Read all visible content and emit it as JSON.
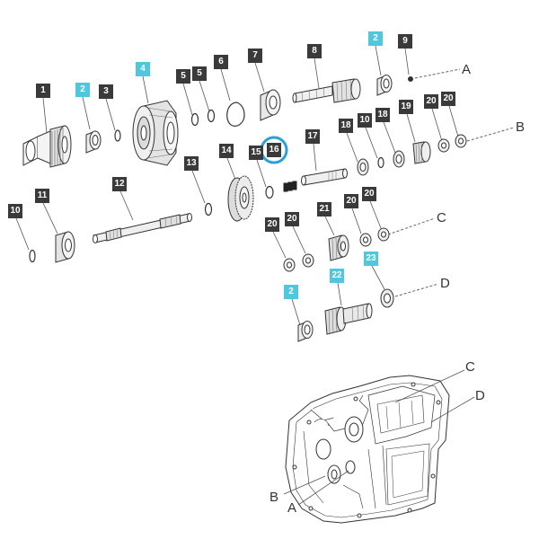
{
  "colors": {
    "tag_dark": "#3a3a3a",
    "tag_cyan": "#4fc8dd",
    "highlight_ring": "#2aa0d8",
    "line": "#444444"
  },
  "tags": [
    {
      "id": "t1",
      "label": "1",
      "style": "dark"
    },
    {
      "id": "t2a",
      "label": "2",
      "style": "cyan"
    },
    {
      "id": "t3",
      "label": "3",
      "style": "dark"
    },
    {
      "id": "t4",
      "label": "4",
      "style": "cyan"
    },
    {
      "id": "t5a",
      "label": "5",
      "style": "dark"
    },
    {
      "id": "t5b",
      "label": "5",
      "style": "dark"
    },
    {
      "id": "t6",
      "label": "6",
      "style": "dark"
    },
    {
      "id": "t7",
      "label": "7",
      "style": "dark"
    },
    {
      "id": "t8",
      "label": "8",
      "style": "dark"
    },
    {
      "id": "t2b",
      "label": "2",
      "style": "cyan"
    },
    {
      "id": "t9",
      "label": "9",
      "style": "dark"
    },
    {
      "id": "t18a",
      "label": "18",
      "style": "dark"
    },
    {
      "id": "t10a",
      "label": "10",
      "style": "dark"
    },
    {
      "id": "t18b",
      "label": "18",
      "style": "dark"
    },
    {
      "id": "t19",
      "label": "19",
      "style": "dark"
    },
    {
      "id": "t20a",
      "label": "20",
      "style": "dark"
    },
    {
      "id": "t20b",
      "label": "20",
      "style": "dark"
    },
    {
      "id": "t15",
      "label": "15",
      "style": "dark"
    },
    {
      "id": "t16",
      "label": "16",
      "style": "ring"
    },
    {
      "id": "t17",
      "label": "17",
      "style": "dark"
    },
    {
      "id": "t13",
      "label": "13",
      "style": "dark"
    },
    {
      "id": "t14",
      "label": "14",
      "style": "dark"
    },
    {
      "id": "t12",
      "label": "12",
      "style": "dark"
    },
    {
      "id": "t11",
      "label": "11",
      "style": "dark"
    },
    {
      "id": "t10b",
      "label": "10",
      "style": "dark"
    },
    {
      "id": "t21",
      "label": "21",
      "style": "dark"
    },
    {
      "id": "t20c",
      "label": "20",
      "style": "dark"
    },
    {
      "id": "t20d",
      "label": "20",
      "style": "dark"
    },
    {
      "id": "t20e",
      "label": "20",
      "style": "dark"
    },
    {
      "id": "t20f",
      "label": "20",
      "style": "dark"
    },
    {
      "id": "t2c",
      "label": "2",
      "style": "cyan"
    },
    {
      "id": "t22",
      "label": "22",
      "style": "cyan"
    },
    {
      "id": "t23",
      "label": "23",
      "style": "cyan"
    }
  ],
  "letters": {
    "a_top": "A",
    "b_top": "B",
    "c_top": "C",
    "d_top": "D",
    "c_case": "C",
    "d_case": "D",
    "b_case": "B",
    "a_case": "A"
  }
}
